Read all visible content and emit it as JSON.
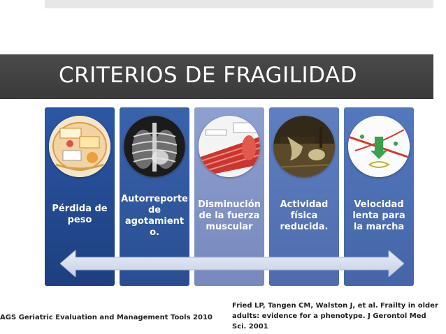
{
  "slide": {
    "title": "CRITERIOS DE FRAGILIDAD",
    "criteria": [
      {
        "label": "Pérdida de peso",
        "image": "cell-metabolism-diagram"
      },
      {
        "label": "Autorreporte de agotamiento.",
        "image": "chest-xray"
      },
      {
        "label": "Disminución de la fuerza muscular",
        "image": "muscle-fiber-diagram"
      },
      {
        "label": "Actividad física reducida.",
        "image": "melting-clocks-painting"
      },
      {
        "label": "Velocidad lenta para la marcha",
        "image": "movement-diagram"
      }
    ],
    "labels_lines": [
      [
        "Pérdida de",
        "peso"
      ],
      [
        "Autorreporte",
        "de",
        "agotamient",
        "o."
      ],
      [
        "Disminución",
        "de la fuerza",
        "muscular"
      ],
      [
        "Actividad",
        "física",
        "reducida."
      ],
      [
        "Velocidad",
        "lenta para",
        "la marcha"
      ]
    ],
    "source_left": "AGS Geriatric Evaluation and Management Tools 2010",
    "source_right": "Fried LP, Tangen CM, Walston J, et al. Frailty in older adults: evidence for a phenotype. J Gerontol Med Sci. 2001",
    "colors": {
      "title_band": "#3f3f3f",
      "panel_1": "#2c57a4",
      "panel_2": "#3a63ad",
      "panel_3": "#8ea0cf",
      "panel_4": "#5f7fc0",
      "panel_5": "#5478bd",
      "arrow": "#d6dcef"
    },
    "arrow_icon": "double-headed-arrow-icon"
  }
}
